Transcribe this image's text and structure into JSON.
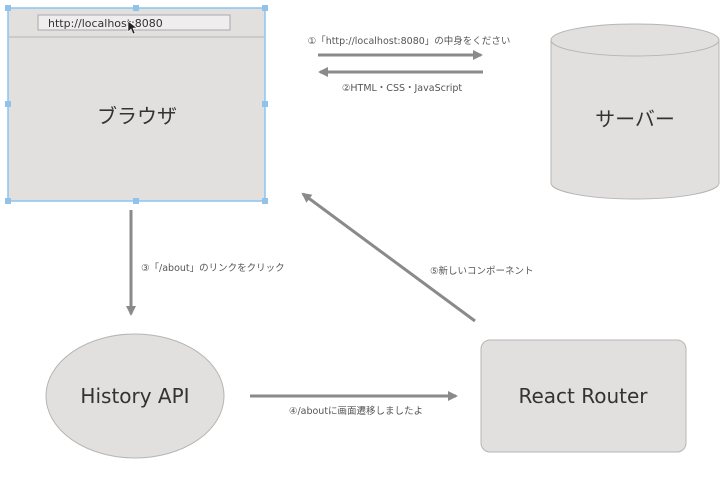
{
  "browser": {
    "url": "http://localhost:8080",
    "label": "ブラウザ"
  },
  "server": {
    "label": "サーバー"
  },
  "history_api": {
    "label": "History API"
  },
  "react_router": {
    "label": "React Router"
  },
  "arrows": {
    "request": "①「http://localhost:8080」の中身をください",
    "response": "②HTML・CSS・JavaScript",
    "click": "③「/about」のリンクをクリック",
    "transition": "④/aboutに画面遷移しましたよ",
    "new_component": "⑤新しいコンポーネント"
  },
  "colors": {
    "shape_fill": "#e2dfdf",
    "shape_stroke": "#b5b5b5",
    "browser_selection": "#8fc3ec",
    "arrow": "#8a8a8a"
  }
}
